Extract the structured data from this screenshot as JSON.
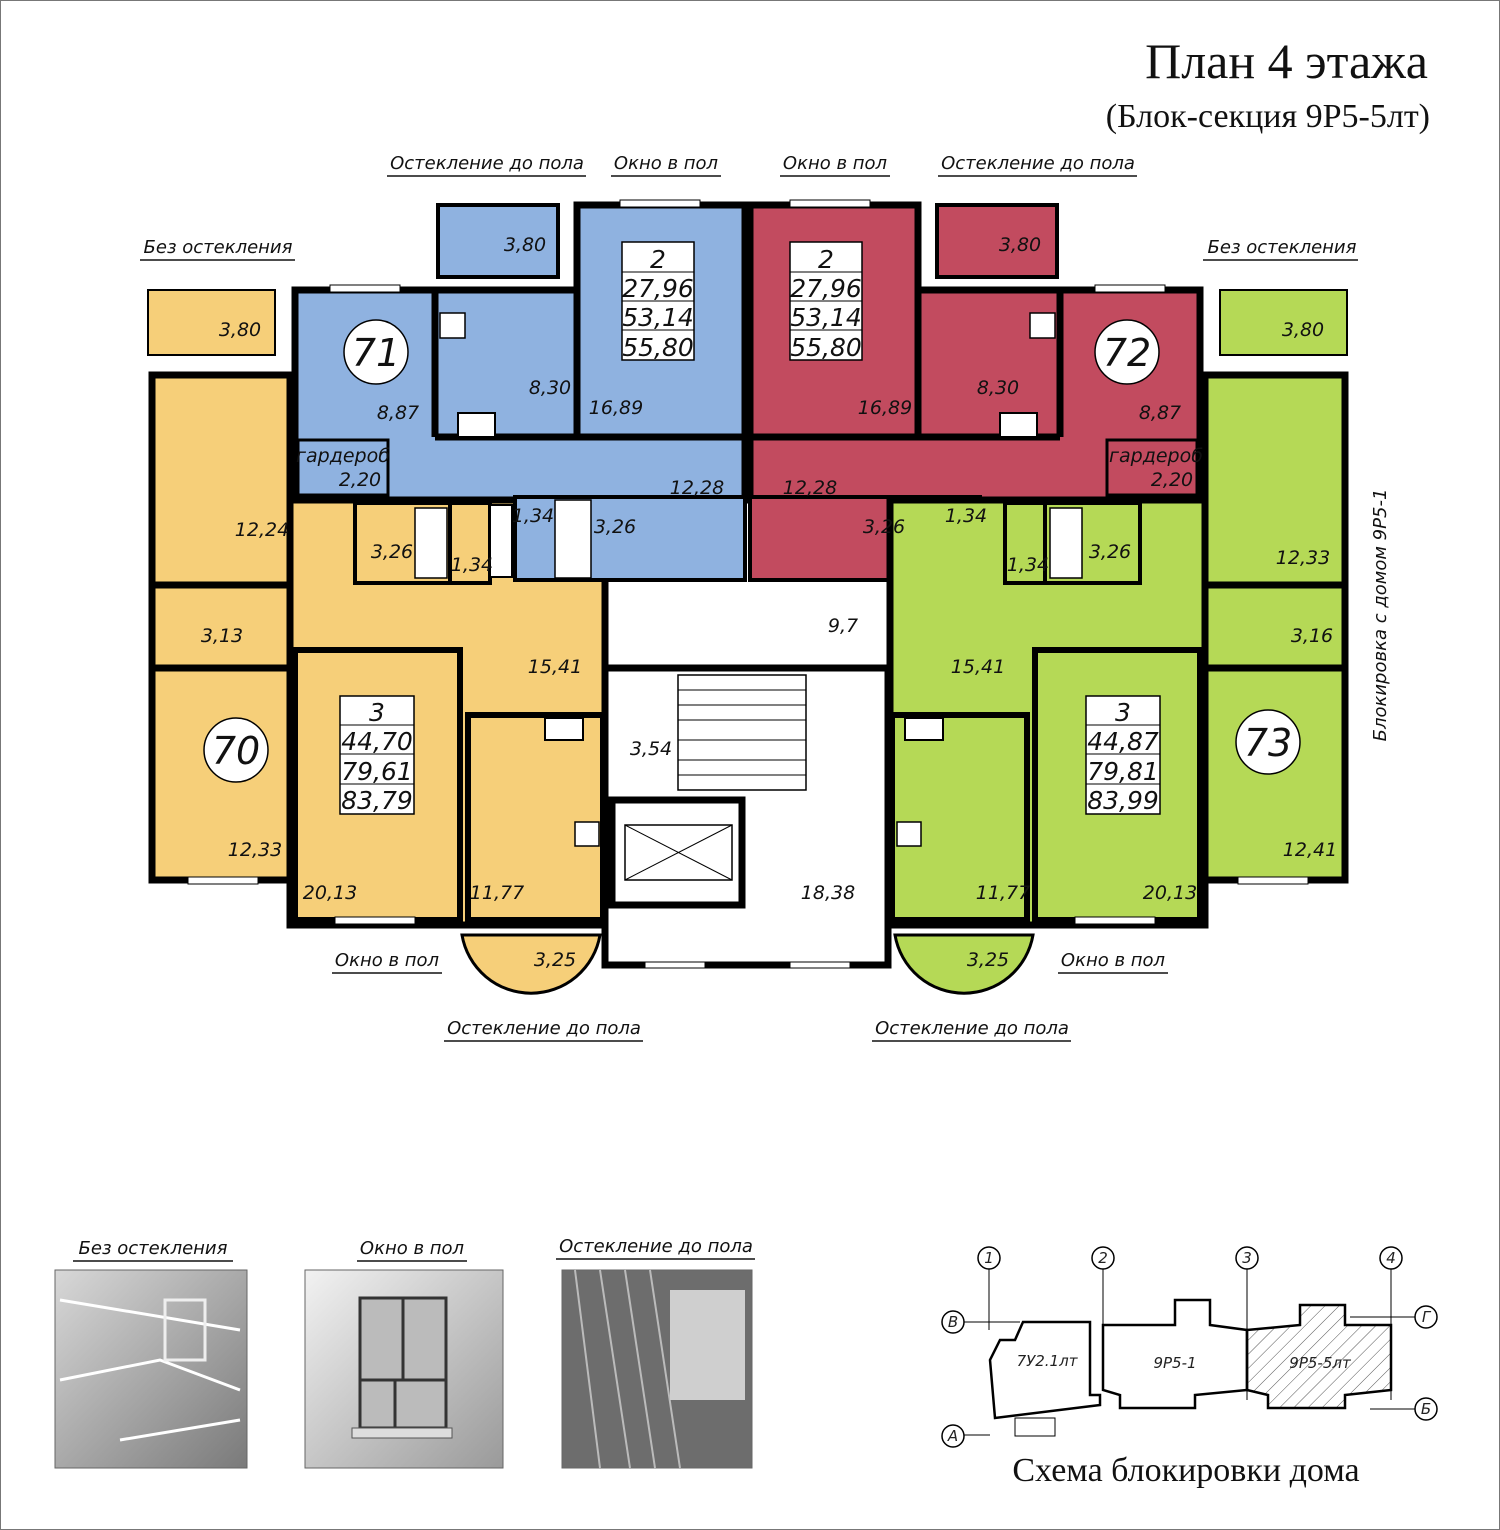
{
  "title": {
    "main": "План 4 этажа",
    "sub": "(Блок-секция 9Р5-5лт)"
  },
  "colors": {
    "apt70": "#f6cf79",
    "apt71": "#8fb2e0",
    "apt72": "#c24b5f",
    "apt73": "#b5d956"
  },
  "annotations": {
    "top_glazing_left": "Остекление до пола",
    "top_window_left": "Окно в пол",
    "top_window_right": "Окно в пол",
    "top_glazing_right": "Остекление до пола",
    "no_glazing_left": "Без остекления",
    "no_glazing_right": "Без остекления",
    "bottom_window_left": "Окно в пол",
    "bottom_glazing_left": "Остекление до пола",
    "bottom_window_right": "Окно в пол",
    "bottom_glazing_right": "Остекление до пола",
    "blocking_note": "Блокировка с домом 9Р5-1"
  },
  "apartments": {
    "a70": {
      "number": "70",
      "rooms": "3",
      "living": "44,70",
      "total": "79,61",
      "total_bal": "83,79",
      "areas": [
        "3,80",
        "12,24",
        "3,13",
        "12,33",
        "20,13",
        "3,26",
        "1,34",
        "15,41",
        "11,77",
        "3,25"
      ]
    },
    "a71": {
      "number": "71",
      "rooms": "2",
      "living": "27,96",
      "total": "53,14",
      "total_bal": "55,80",
      "areas": [
        "3,80",
        "8,87",
        "8,30",
        "16,89",
        "гардероб",
        "2,20",
        "1,34",
        "3,26",
        "12,28"
      ]
    },
    "a72": {
      "number": "72",
      "rooms": "2",
      "living": "27,96",
      "total": "53,14",
      "total_bal": "55,80",
      "areas": [
        "3,80",
        "16,89",
        "8,30",
        "8,87",
        "гардероб",
        "2,20",
        "12,28",
        "3,26",
        "1,34"
      ]
    },
    "a73": {
      "number": "73",
      "rooms": "3",
      "living": "44,87",
      "total": "79,81",
      "total_bal": "83,99",
      "areas": [
        "3,80",
        "12,33",
        "3,16",
        "12,41",
        "20,13",
        "1,34",
        "3,26",
        "15,41",
        "11,77",
        "3,25"
      ]
    }
  },
  "common": {
    "vestibule": "9,7",
    "stair": "3,54",
    "hall": "18,38"
  },
  "legend": {
    "no_glazing": "Без остекления",
    "window_floor": "Окно в пол",
    "glazing_floor": "Остекление до пола"
  },
  "scheme": {
    "caption": "Схема блокировки дома",
    "axes": [
      "1",
      "2",
      "3",
      "4",
      "В",
      "Г",
      "А",
      "Б"
    ],
    "blocks": [
      "7У2.1лт",
      "9Р5-1",
      "9Р5-5лт"
    ]
  }
}
